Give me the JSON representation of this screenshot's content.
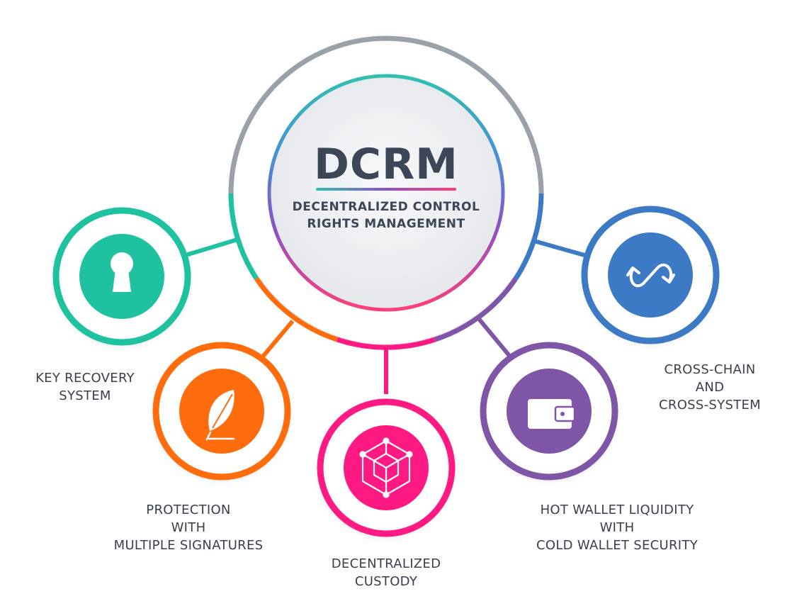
{
  "hub": {
    "title": "DCRM",
    "subtitle_line1": "DECENTRALIZED CONTROL",
    "subtitle_line2": "RIGHTS MANAGEMENT"
  },
  "nodes": [
    {
      "id": "key-recovery",
      "color": "#1fc2a0",
      "icon": "keyhole-icon",
      "lines": [
        "KEY RECOVERY",
        "SYSTEM"
      ]
    },
    {
      "id": "multi-signatures",
      "color": "#ff6c0d",
      "icon": "feather-quill-icon",
      "lines": [
        "PROTECTION",
        "WITH",
        "MULTIPLE SIGNATURES"
      ]
    },
    {
      "id": "custody",
      "color": "#ff1a83",
      "icon": "cube-network-icon",
      "lines": [
        "DECENTRALIZED",
        "CUSTODY"
      ]
    },
    {
      "id": "hot-cold-wallet",
      "color": "#7f55a8",
      "icon": "wallet-icon",
      "lines": [
        "HOT WALLET LIQUIDITY",
        "WITH",
        "COLD WALLET SECURITY"
      ]
    },
    {
      "id": "cross-chain",
      "color": "#3c7ac6",
      "icon": "cross-arrows-icon",
      "lines": [
        "CROSS-CHAIN",
        "AND",
        "CROSS-SYSTEM"
      ]
    }
  ],
  "colors": {
    "outer_ring_gray": "#9aa1a9",
    "text": "#3a3f4b",
    "title": "#3b4656"
  }
}
